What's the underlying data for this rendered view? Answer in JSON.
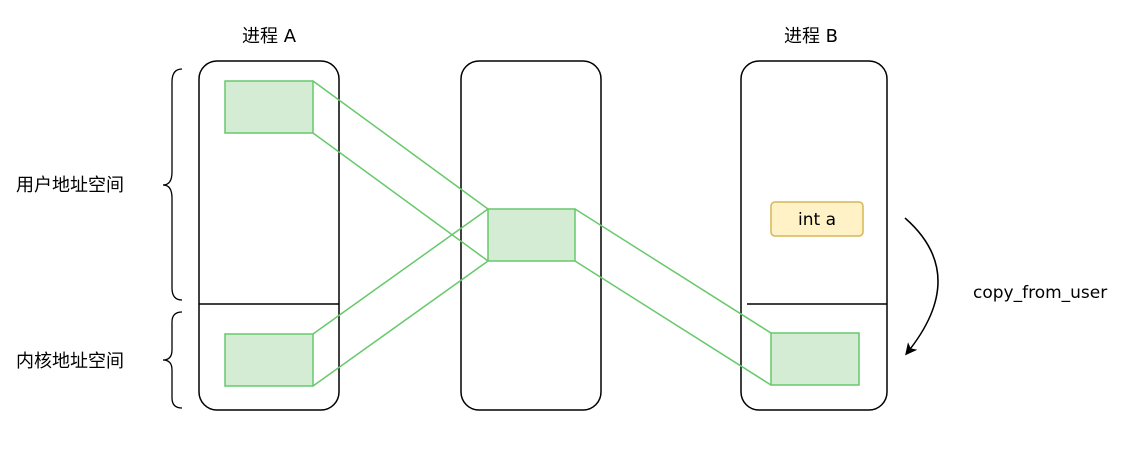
{
  "processes": {
    "a_label": "进程 A",
    "b_label": "进程 B"
  },
  "regions": {
    "user_space": "用户地址空间",
    "kernel_space": "内核地址空间"
  },
  "variable": {
    "label": "int a"
  },
  "arrow": {
    "label": "copy_from_user"
  },
  "colors": {
    "block_fill": "#d5ecd4",
    "block_stroke": "#67c96b",
    "variable_fill": "#fff2c6",
    "variable_stroke": "#d6b656",
    "outline": "#000000"
  }
}
